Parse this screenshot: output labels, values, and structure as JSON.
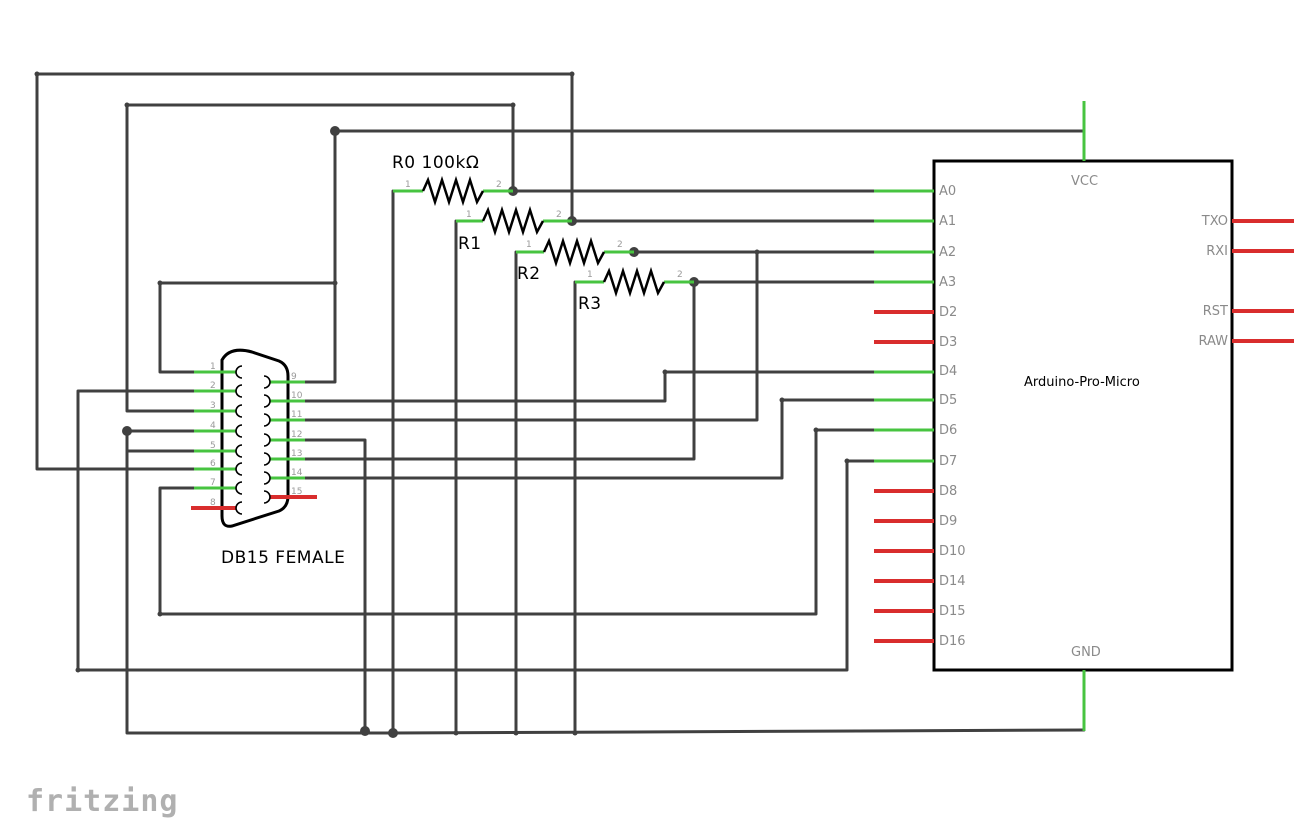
{
  "logo": "fritzing",
  "connector": {
    "label": "DB15 FEMALE",
    "pins_left": [
      "1",
      "2",
      "3",
      "4",
      "5",
      "6",
      "7",
      "8"
    ],
    "pins_right": [
      "9",
      "10",
      "11",
      "12",
      "13",
      "14",
      "15"
    ]
  },
  "resistors": [
    {
      "label": "R0 100kΩ",
      "pin1": "1",
      "pin2": "2"
    },
    {
      "label": "R1",
      "pin1": "1",
      "pin2": "2"
    },
    {
      "label": "R2",
      "pin1": "1",
      "pin2": "2"
    },
    {
      "label": "R3",
      "pin1": "1",
      "pin2": "2"
    }
  ],
  "arduino": {
    "name": "Arduino-Pro-Micro",
    "vcc": "VCC",
    "gnd": "GND",
    "left_pins": [
      "A0",
      "A1",
      "A2",
      "A3",
      "D2",
      "D3",
      "D4",
      "D5",
      "D6",
      "D7",
      "D8",
      "D9",
      "D10",
      "D14",
      "D15",
      "D16"
    ],
    "right_pins": [
      "TXO",
      "RXI",
      "RST",
      "RAW"
    ]
  },
  "colors": {
    "wire": "#404040",
    "connected_pin": "#47c440",
    "unconnected_pin": "#d92d2d"
  }
}
